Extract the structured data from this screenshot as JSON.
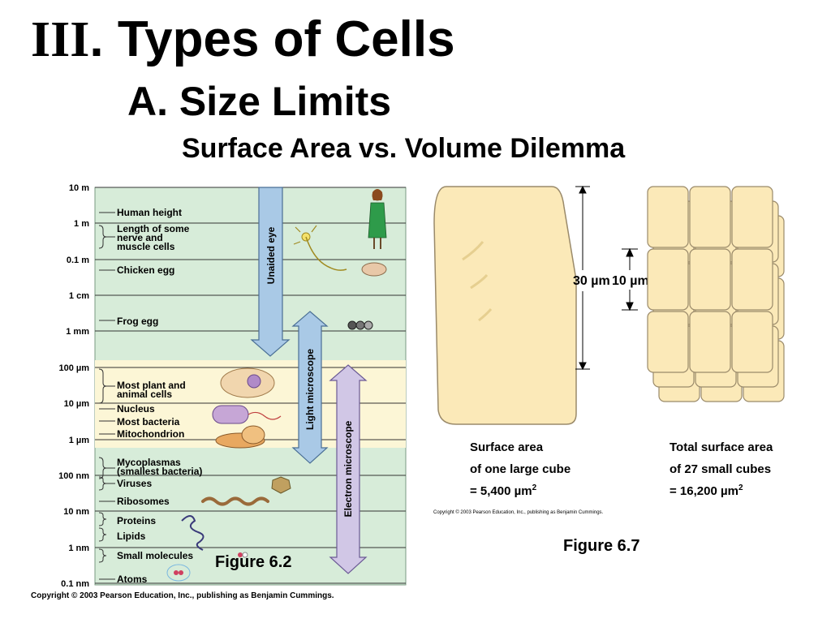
{
  "title": {
    "numeral": "III",
    "text": ". Types of Cells"
  },
  "subtitle": "A. Size Limits",
  "subsubtitle": "Surface Area vs. Volume Dilemma",
  "scale_figure": {
    "scale_labels": [
      "10 m",
      "1 m",
      "0.1 m",
      "1 cm",
      "1 mm",
      "100 µm",
      "10 µm",
      "1 µm",
      "100 nm",
      "10 nm",
      "1 nm",
      "0.1 nm"
    ],
    "items": {
      "human_height": "Human height",
      "nerve_1": "Length of some",
      "nerve_2": "nerve and",
      "nerve_3": "muscle cells",
      "chicken_egg": "Chicken egg",
      "frog_egg": "Frog egg",
      "plant_1": "Most plant and",
      "plant_2": "animal cells",
      "nucleus": "Nucleus",
      "bacteria": "Most bacteria",
      "mitochondrion": "Mitochondrion",
      "myco_1": "Mycoplasmas",
      "myco_2": "(smallest bacteria)",
      "viruses": "Viruses",
      "ribosomes": "Ribosomes",
      "proteins": "Proteins",
      "lipids": "Lipids",
      "small_molecules": "Small molecules",
      "atoms": "Atoms"
    },
    "arrows": {
      "eye": "Unaided eye",
      "light": "Light microscope",
      "electron": "Electron microscope"
    },
    "label": "Figure 6.2",
    "copyright": "Copyright © 2003 Pearson Education, Inc., publishing as Benjamin Cummings."
  },
  "cube_figure": {
    "large_dim": "30 µm",
    "small_dim": "10 µm",
    "large_caption": [
      "Surface area",
      "of one large cube",
      "= 5,400 µm",
      "2"
    ],
    "small_caption": [
      "Total surface area",
      "of 27 small cubes",
      "= 16,200 µm",
      "2"
    ],
    "copyright": "Copyright © 2003 Pearson Education, Inc., publishing as Benjamin Cummings.",
    "label": "Figure 6.7"
  },
  "colors": {
    "green": "#d7ecd9",
    "yellow": "#fcf6d6",
    "cube": "#fbe9b8",
    "arrow_blue": "#a9c9e6",
    "arrow_purple": "#d1c7e6"
  }
}
